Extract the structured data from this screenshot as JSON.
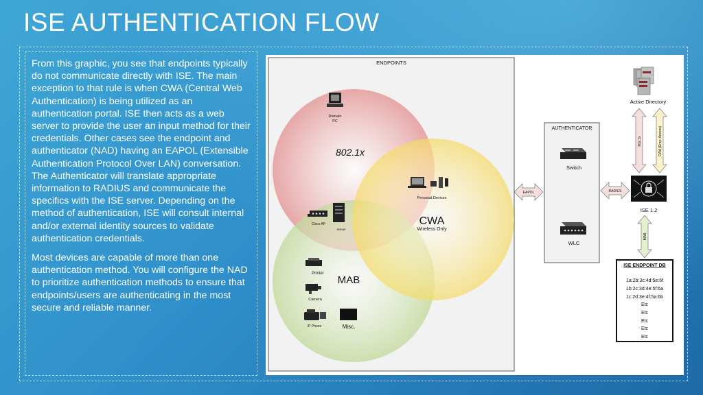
{
  "slide": {
    "title": "ISE AUTHENTICATION FLOW",
    "paragraphs": [
      "From this graphic, you see that endpoints typically do not communicate directly with ISE. The main exception to that rule is when CWA (Central Web Authentication) is being utilized as an authentication portal. ISE then acts as a web server to provide the user an input method for their credentials. Other cases see the endpoint and authenticator (NAD) having an EAPOL (Extensible Authentication Protocol Over LAN) conversation. The Authenticator will translate appropriate information to RADIUS and communicate the specifics with the ISE server. Depending on the method of authentication, ISE will consult internal and/or external identity sources to validate authentication credentials.",
      "Most devices are capable of more than one authentication method. You will configure the NAD to prioritize authentication methods to ensure that endpoints/users are authenticating in the most secure and reliable manner."
    ]
  },
  "diagram": {
    "endpoints_title": "ENDPOINTS",
    "domain_pc": [
      "Domain",
      "PC"
    ],
    "label_8021x": "802.1x",
    "cisco_ap": "Cisco AP",
    "server": "Server",
    "personal_devices": "Personal Devices",
    "cwa": "CWA",
    "wireless_only": "Wireless Only",
    "printer": "Printer",
    "mab": "MAB",
    "camera": "Camera",
    "ip_phone": "IP Phone",
    "misc": "Misc.",
    "eapol": "EAPOL",
    "authenticator_title": "AUTHENTICATOR",
    "switch": "Switch",
    "wlc": "WLC",
    "radius": "RADIUS",
    "active_directory": "Active Directory",
    "ad_8021x": "802.1x",
    "ad_cwa": "CWA (Emp. Access)",
    "ise": "ISE 1.2",
    "mab_link": "MAB",
    "db_title": "ISE ENDPOINT DB",
    "db_entries": [
      "1a:2b:3c:4d:5e:6f",
      "1b:2c:3d:4e:5f:6a",
      "1c:2d:3e:4f:5a:6b",
      "Etc",
      "Etc",
      "Etc",
      "Etc",
      "Etc"
    ],
    "colors": {
      "circle_8021x": "#e8a0a0",
      "circle_cwa": "#f6e27a",
      "circle_mab": "#c9dfa8",
      "arrow_fill": "#f5dede",
      "arrow_fill_green": "#e3efcf"
    }
  }
}
